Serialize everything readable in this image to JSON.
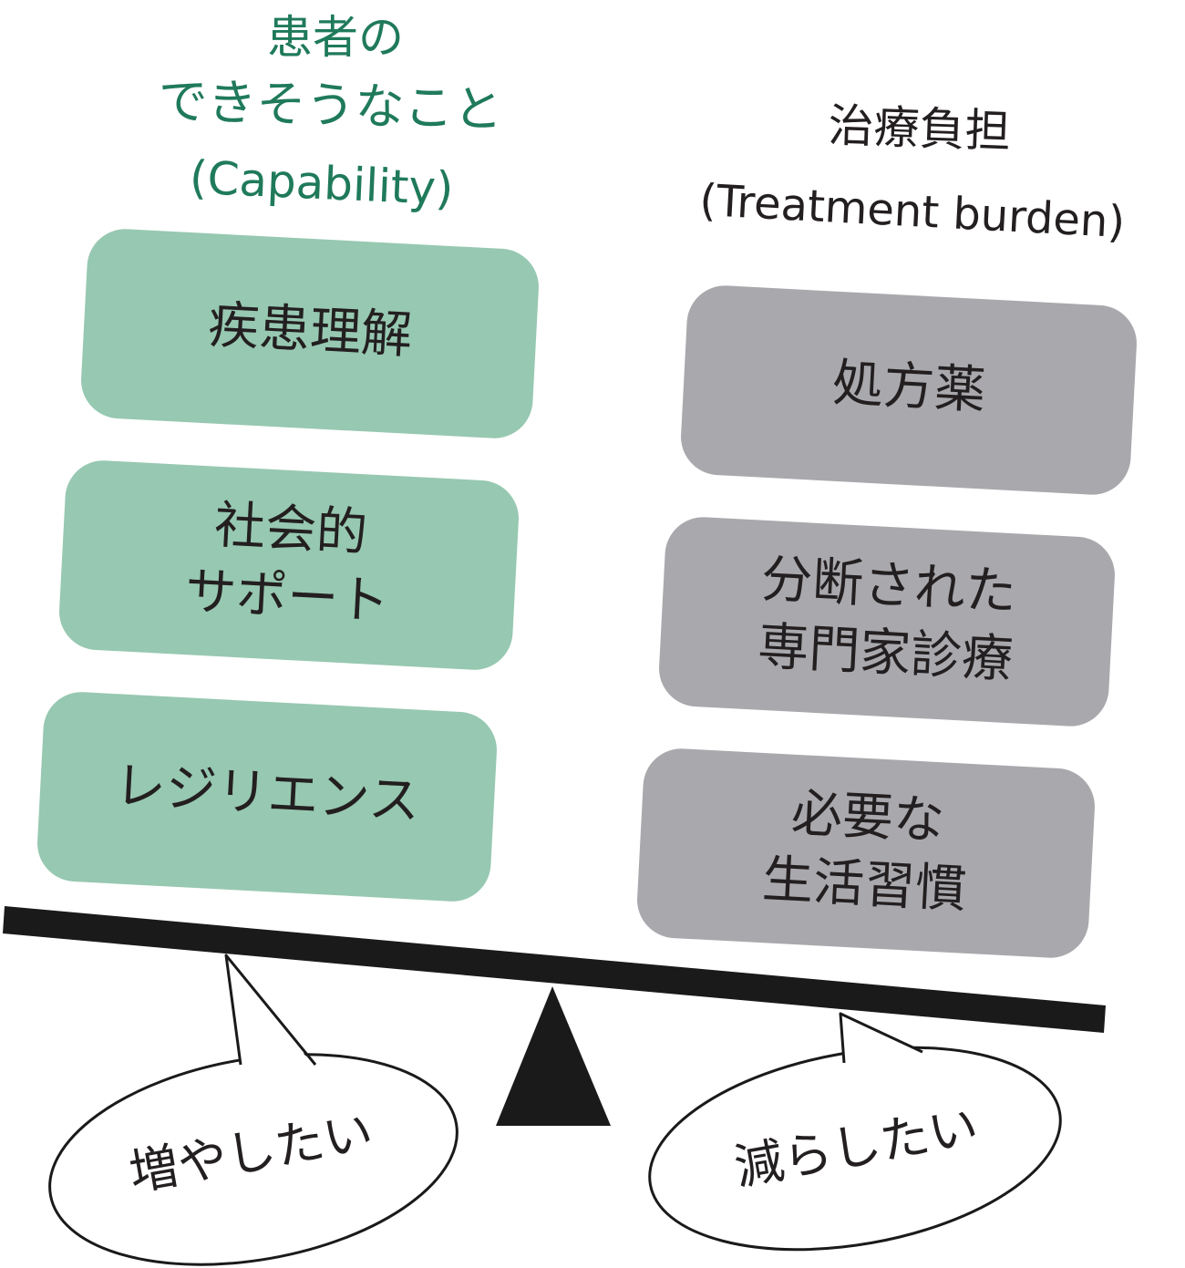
{
  "colors": {
    "capability_fill": "#97c8b1",
    "burden_fill": "#a9a9ad",
    "capability_title": "#1f7a5a",
    "burden_title": "#231f20",
    "text": "#231f20",
    "beam": "#1a1a1a"
  },
  "capability": {
    "title_line1": "患者の",
    "title_line2": "できそうなこと",
    "title_line3": "(Capability)",
    "items": [
      {
        "line1": "疾患理解",
        "line2": ""
      },
      {
        "line1": "社会的",
        "line2": "サポート"
      },
      {
        "line1": "レジリエンス",
        "line2": ""
      }
    ],
    "bubble": "増やしたい"
  },
  "burden": {
    "title_line1": "治療負担",
    "title_line2": "(Treatment burden)",
    "items": [
      {
        "line1": "処方薬",
        "line2": ""
      },
      {
        "line1": "分断された",
        "line2": "専門家診療"
      },
      {
        "line1": "必要な",
        "line2": "生活習慣"
      }
    ],
    "bubble": "減らしたい"
  }
}
